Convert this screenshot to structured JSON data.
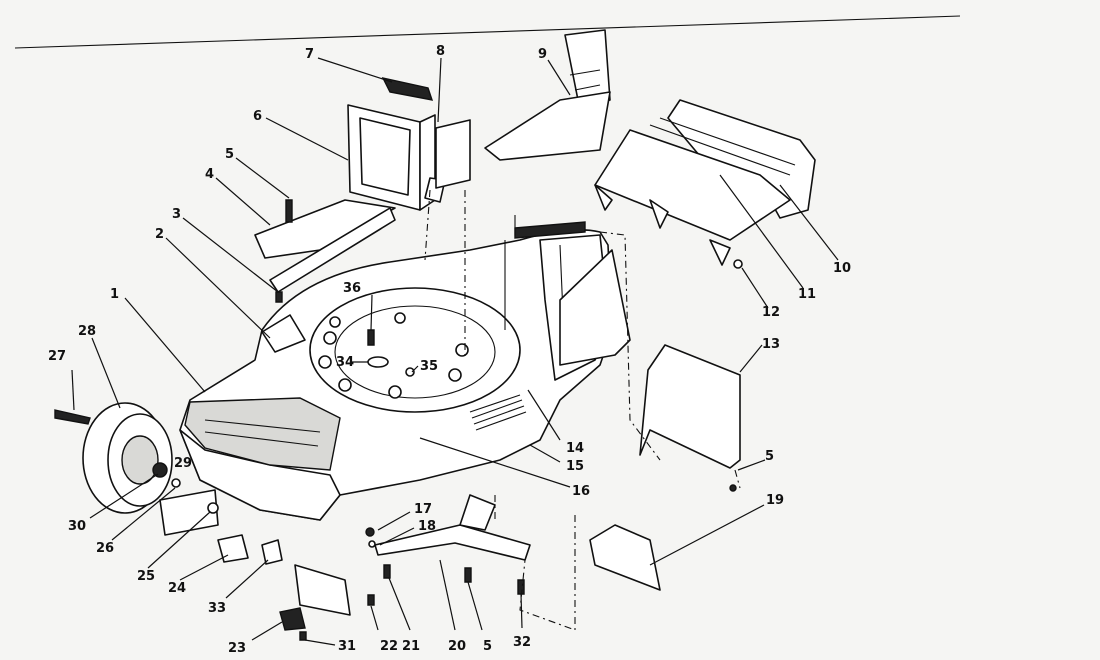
{
  "callouts": [
    {
      "id": "1",
      "label": "1"
    },
    {
      "id": "2",
      "label": "2"
    },
    {
      "id": "3",
      "label": "3"
    },
    {
      "id": "4",
      "label": "4"
    },
    {
      "id": "5a",
      "label": "5"
    },
    {
      "id": "6",
      "label": "6"
    },
    {
      "id": "7",
      "label": "7"
    },
    {
      "id": "8",
      "label": "8"
    },
    {
      "id": "9",
      "label": "9"
    },
    {
      "id": "10",
      "label": "10"
    },
    {
      "id": "11",
      "label": "11"
    },
    {
      "id": "12",
      "label": "12"
    },
    {
      "id": "13",
      "label": "13"
    },
    {
      "id": "5b",
      "label": "5"
    },
    {
      "id": "14",
      "label": "14"
    },
    {
      "id": "15",
      "label": "15"
    },
    {
      "id": "16",
      "label": "16"
    },
    {
      "id": "19",
      "label": "19"
    },
    {
      "id": "17",
      "label": "17"
    },
    {
      "id": "18",
      "label": "18"
    },
    {
      "id": "27",
      "label": "27"
    },
    {
      "id": "28",
      "label": "28"
    },
    {
      "id": "29",
      "label": "29"
    },
    {
      "id": "30",
      "label": "30"
    },
    {
      "id": "26",
      "label": "26"
    },
    {
      "id": "25",
      "label": "25"
    },
    {
      "id": "24",
      "label": "24"
    },
    {
      "id": "33",
      "label": "33"
    },
    {
      "id": "23",
      "label": "23"
    },
    {
      "id": "31",
      "label": "31"
    },
    {
      "id": "22",
      "label": "22"
    },
    {
      "id": "21",
      "label": "21"
    },
    {
      "id": "20",
      "label": "20"
    },
    {
      "id": "5c",
      "label": "5"
    },
    {
      "id": "32",
      "label": "32"
    },
    {
      "id": "36",
      "label": "36"
    },
    {
      "id": "34",
      "label": "34"
    },
    {
      "id": "35",
      "label": "35"
    }
  ]
}
